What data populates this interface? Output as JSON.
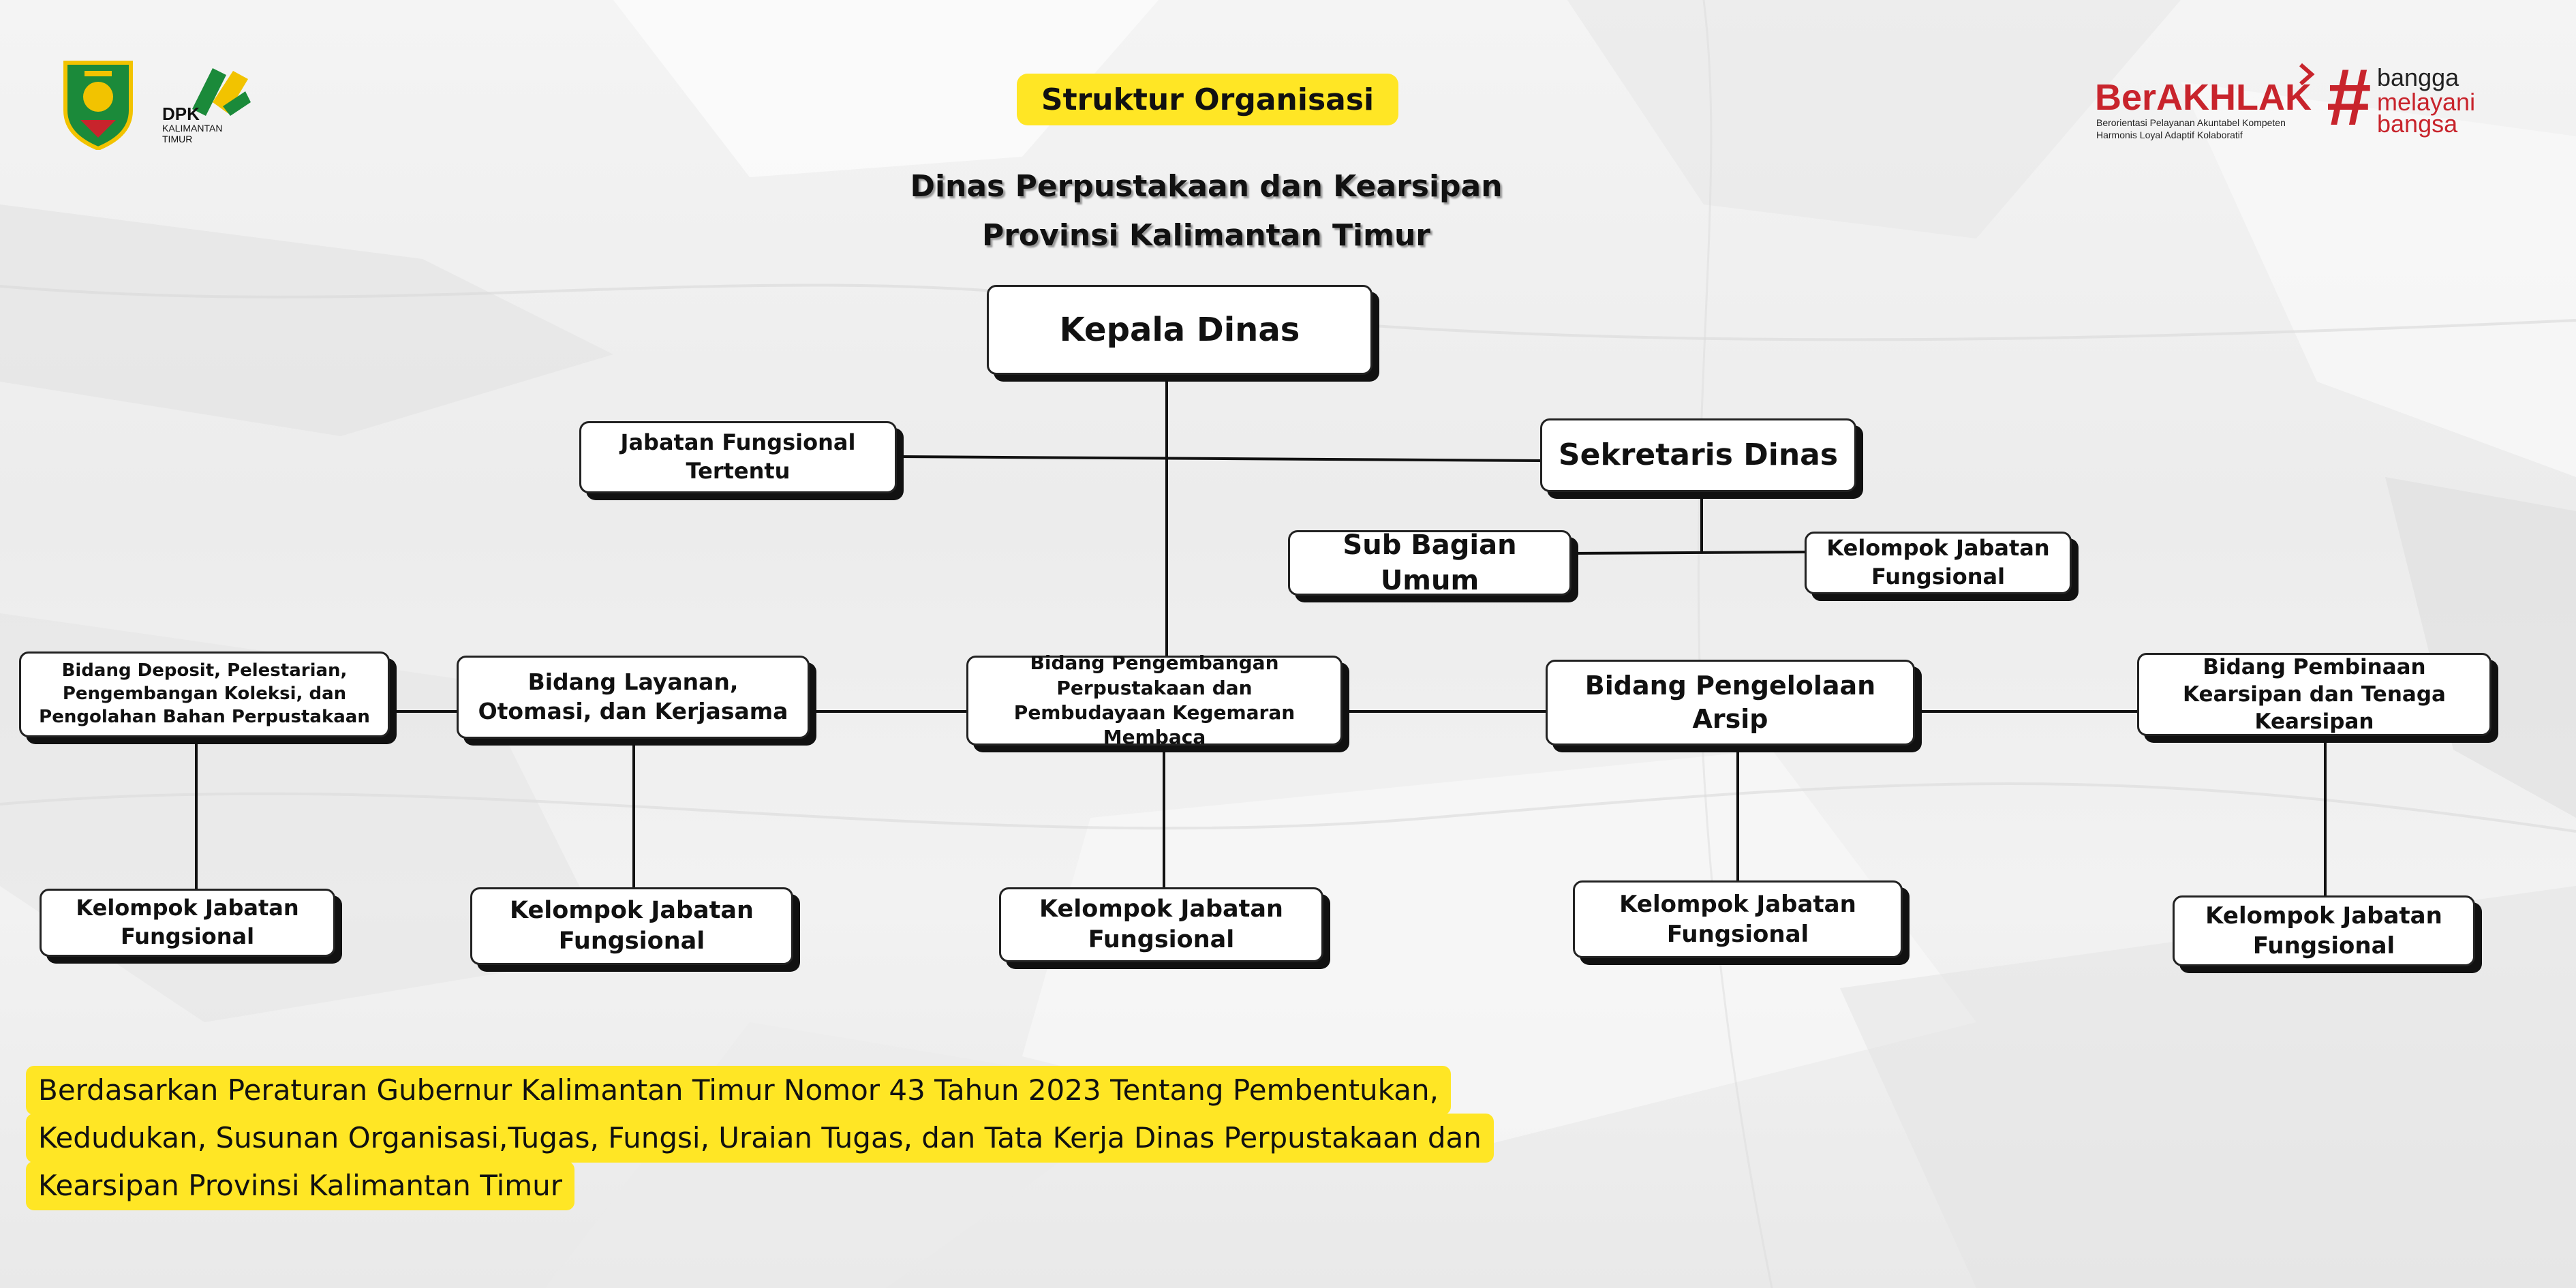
{
  "header": {
    "title": "Struktur Organisasi",
    "subtitle_line1": "Dinas Perpustakaan dan Kearsipan",
    "subtitle_line2": "Provinsi Kalimantan Timur"
  },
  "logos": {
    "dpk_name": "DPK",
    "dpk_sub1": "KALIMANTAN",
    "dpk_sub2": "TIMUR",
    "berakhlak": "BerAKHLAK",
    "berakhlak_tagline1": "Berorientasi Pelayanan Akuntabel Kompeten",
    "berakhlak_tagline2": "Harmonis Loyal Adaptif Kolaboratif",
    "bangga_1": "bangga",
    "bangga_2": "melayani",
    "bangga_3": "bangsa"
  },
  "org": {
    "kepala": "Kepala Dinas",
    "jabatan_fungsional_tertentu": "Jabatan Fungsional Tertentu",
    "sekretaris": "Sekretaris Dinas",
    "sub_bagian_umum": "Sub Bagian Umum",
    "sekretariat_kelompok": "Kelompok Jabatan Fungsional",
    "bidang": [
      {
        "name": "Bidang Deposit, Pelestarian, Pengembangan Koleksi, dan Pengolahan Bahan Perpustakaan",
        "kelompok": "Kelompok Jabatan Fungsional"
      },
      {
        "name": "Bidang Layanan, Otomasi, dan Kerjasama",
        "kelompok": "Kelompok Jabatan Fungsional"
      },
      {
        "name": "Bidang Pengembangan Perpustakaan dan Pembudayaan Kegemaran Membaca",
        "kelompok": "Kelompok Jabatan Fungsional"
      },
      {
        "name": "Bidang Pengelolaan Arsip",
        "kelompok": "Kelompok Jabatan Fungsional"
      },
      {
        "name": "Bidang Pembinaan Kearsipan dan Tenaga Kearsipan",
        "kelompok": "Kelompok Jabatan Fungsional"
      }
    ]
  },
  "footer": {
    "line1": "Berdasarkan Peraturan Gubernur Kalimantan Timur Nomor 43 Tahun 2023 Tentang Pembentukan,",
    "line2": "Kedudukan, Susunan Organisasi,Tugas, Fungsi, Uraian Tugas, dan Tata Kerja Dinas Perpustakaan dan",
    "line3": "Kearsipan Provinsi Kalimantan Timur"
  },
  "colors": {
    "highlight": "#ffe625",
    "berakhlak_red": "#c8242c",
    "box_border": "#222222"
  }
}
